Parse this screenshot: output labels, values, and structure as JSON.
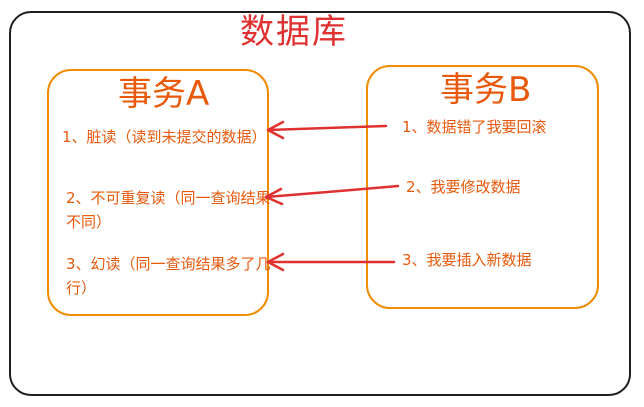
{
  "database_title": "数据库",
  "transaction_a": {
    "title": "事务A",
    "items": [
      "1、脏读（读到未提交的数据）",
      "2、不可重复读（同一查询结果不同）",
      "3、幻读（同一查询结果多了几行）"
    ]
  },
  "transaction_b": {
    "title": "事务B",
    "items": [
      "1、数据错了我要回滚",
      "2、我要修改数据",
      "3、我要插入新数据"
    ]
  },
  "colors": {
    "border": "#1e1e1e",
    "box_border": "#f08c00",
    "text": "#e8590c",
    "title": "#e03131",
    "arrow": "#e03131"
  }
}
